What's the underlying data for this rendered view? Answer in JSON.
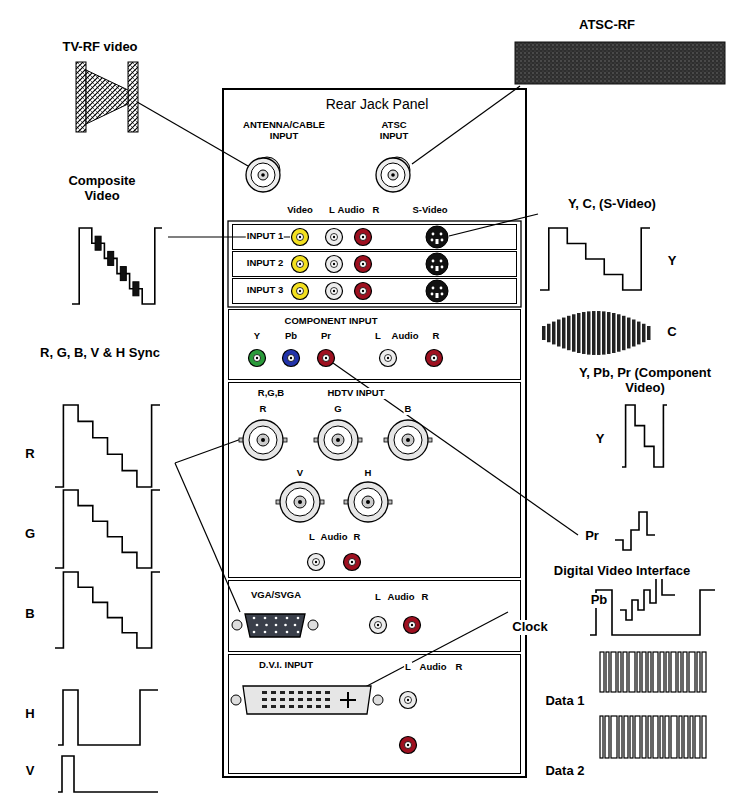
{
  "diagram": {
    "nodes": [
      {
        "text": [
          "Rear Jack Panel"
        ]
      },
      {
        "text": [
          "INPUT 1"
        ],
        "in": 0
      },
      {
        "text": [
          "INPUT 2"
        ],
        "in": 0
      },
      {
        "text": [
          "INPUT 3"
        ],
        "in": 0
      },
      {
        "text": [
          "COMPONENT INPUT"
        ],
        "in": 0
      },
      {
        "text": [
          "R,G,B",
          "HDTV INPUT"
        ],
        "in": 0
      },
      {
        "text": [
          "VGA/SVGA"
        ],
        "in": 0
      },
      {
        "text": [
          "D.V.I. INPUT"
        ],
        "in": 0
      }
    ],
    "labels": [
      "TV-RF video",
      "ATSC-RF",
      "ANTENNA/CABLE INPUT",
      "ATSC INPUT",
      "Composite Video",
      "Y, C, (S-Video)",
      "Y",
      "C",
      "Video",
      "L",
      "Audio",
      "R",
      "S-Video",
      "Y",
      "Pb",
      "Pr",
      "L",
      "Audio",
      "R",
      "Y, Pb, Pr (Component Video)",
      "R, G, B, V & H Sync",
      "R",
      "G",
      "B",
      "V",
      "H",
      "L",
      "Audio",
      "R",
      "Y",
      "Pr",
      "Pb",
      "R",
      "G",
      "B",
      "H",
      "V",
      "L",
      "Audio",
      "R",
      "Digital Video Interface",
      "Clock",
      "L",
      "Audio",
      "R",
      "Data 1",
      "Data 2"
    ]
  }
}
